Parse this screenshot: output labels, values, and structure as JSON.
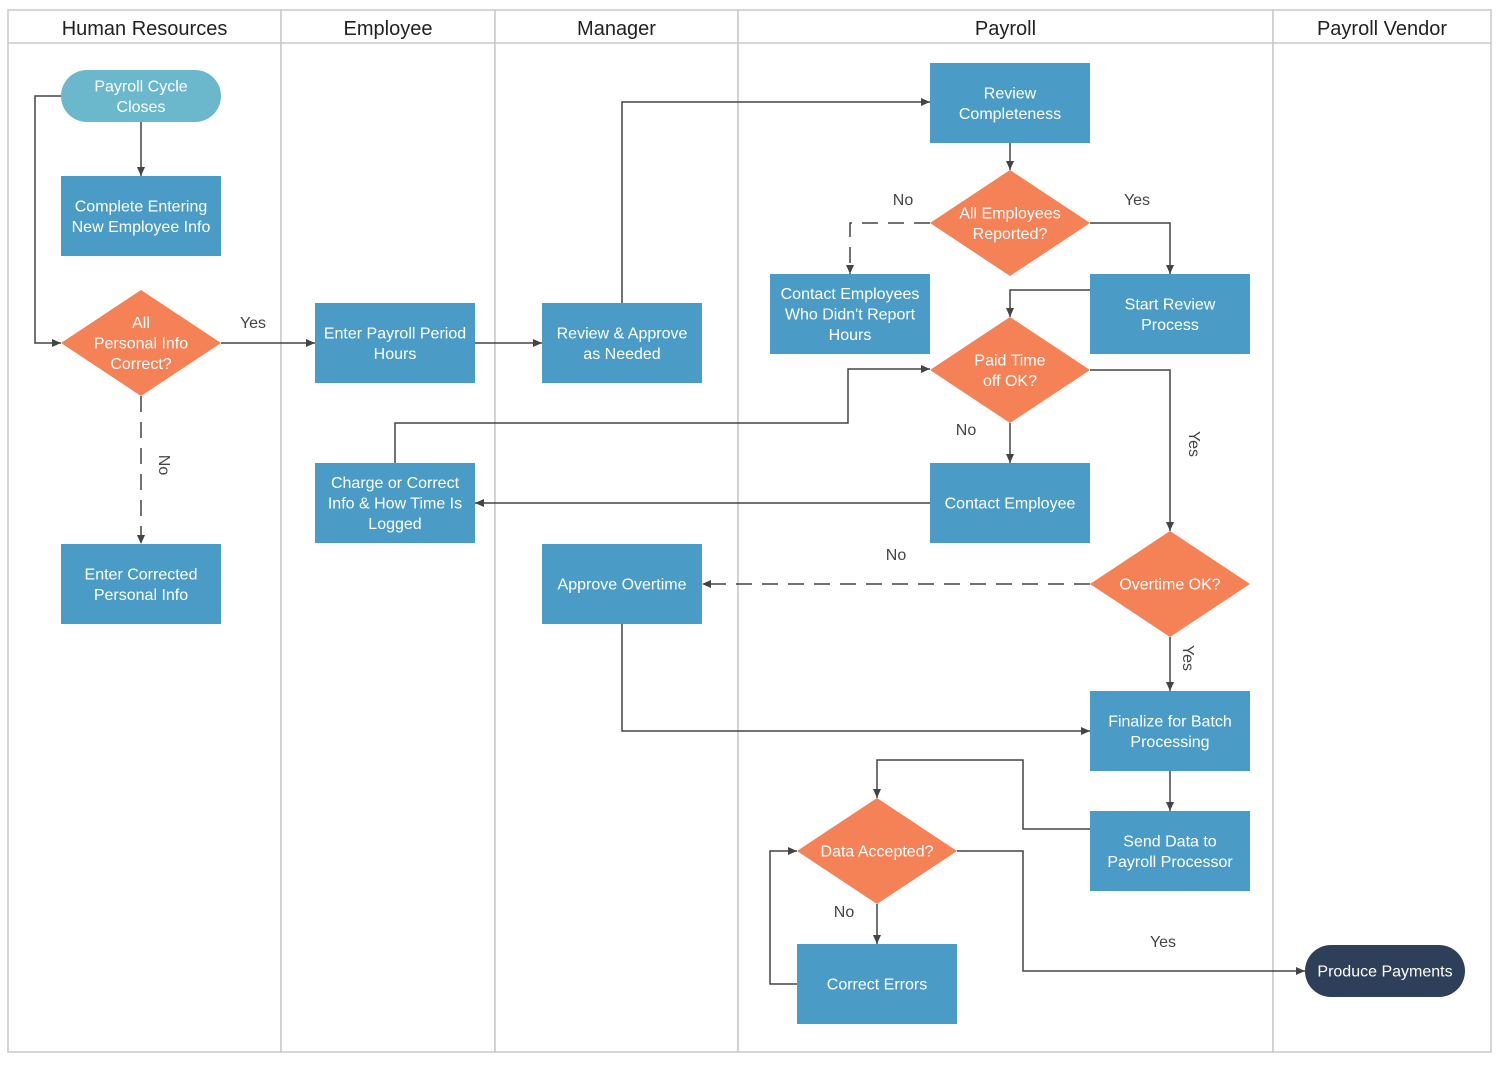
{
  "lanes": [
    {
      "id": "hr",
      "title": "Human Resources"
    },
    {
      "id": "employee",
      "title": "Employee"
    },
    {
      "id": "manager",
      "title": "Manager"
    },
    {
      "id": "payroll",
      "title": "Payroll"
    },
    {
      "id": "vendor",
      "title": "Payroll Vendor"
    }
  ],
  "colors": {
    "process": "#4a9cc6",
    "decision": "#f58156",
    "start": "#6bb8cc",
    "end": "#2e3f5a",
    "line": "#444444",
    "border": "#c8c8c8"
  },
  "nodes": {
    "payroll_cycle_closes": {
      "type": "start",
      "lane": "hr",
      "lines": [
        "Payroll Cycle",
        "Closes"
      ]
    },
    "complete_entering": {
      "type": "process",
      "lane": "hr",
      "lines": [
        "Complete Entering",
        "New Employee Info"
      ]
    },
    "personal_info_correct": {
      "type": "decision",
      "lane": "hr",
      "lines": [
        "All",
        "Personal Info",
        "Correct?"
      ]
    },
    "enter_corrected": {
      "type": "process",
      "lane": "hr",
      "lines": [
        "Enter Corrected",
        "Personal Info"
      ]
    },
    "enter_hours": {
      "type": "process",
      "lane": "employee",
      "lines": [
        "Enter Payroll Period",
        "Hours"
      ]
    },
    "charge_correct": {
      "type": "process",
      "lane": "employee",
      "lines": [
        "Charge or Correct",
        "Info & How Time Is",
        "Logged"
      ]
    },
    "review_approve": {
      "type": "process",
      "lane": "manager",
      "lines": [
        "Review & Approve",
        "as Needed"
      ]
    },
    "approve_overtime": {
      "type": "process",
      "lane": "manager",
      "lines": [
        "Approve Overtime"
      ]
    },
    "review_completeness": {
      "type": "process",
      "lane": "payroll",
      "lines": [
        "Review",
        "Completeness"
      ]
    },
    "all_reported": {
      "type": "decision",
      "lane": "payroll",
      "lines": [
        "All Employees",
        "Reported?"
      ]
    },
    "contact_employees": {
      "type": "process",
      "lane": "payroll",
      "lines": [
        "Contact Employees",
        "Who Didn't Report",
        "Hours"
      ]
    },
    "start_review": {
      "type": "process",
      "lane": "payroll",
      "lines": [
        "Start Review",
        "Process"
      ]
    },
    "pto_ok": {
      "type": "decision",
      "lane": "payroll",
      "lines": [
        "Paid Time",
        "off OK?"
      ]
    },
    "contact_employee": {
      "type": "process",
      "lane": "payroll",
      "lines": [
        "Contact Employee"
      ]
    },
    "overtime_ok": {
      "type": "decision",
      "lane": "payroll",
      "lines": [
        "Overtime OK?"
      ]
    },
    "finalize_batch": {
      "type": "process",
      "lane": "payroll",
      "lines": [
        "Finalize for Batch",
        "Processing"
      ]
    },
    "send_data": {
      "type": "process",
      "lane": "payroll",
      "lines": [
        "Send Data to",
        "Payroll Processor"
      ]
    },
    "data_accepted": {
      "type": "decision",
      "lane": "payroll",
      "lines": [
        "Data Accepted?"
      ]
    },
    "correct_errors": {
      "type": "process",
      "lane": "payroll",
      "lines": [
        "Correct Errors"
      ]
    },
    "produce_payments": {
      "type": "end",
      "lane": "vendor",
      "lines": [
        "Produce Payments"
      ]
    }
  },
  "edges": [
    {
      "id": "e1",
      "from": "payroll_cycle_closes",
      "to": "complete_entering",
      "label": "",
      "dashed": false
    },
    {
      "id": "e2",
      "from": "payroll_cycle_closes",
      "to": "personal_info_correct",
      "label": "",
      "dashed": false
    },
    {
      "id": "e3",
      "from": "personal_info_correct",
      "to": "enter_hours",
      "label": "Yes",
      "dashed": false
    },
    {
      "id": "e4",
      "from": "personal_info_correct",
      "to": "enter_corrected",
      "label": "No",
      "dashed": true
    },
    {
      "id": "e5",
      "from": "enter_hours",
      "to": "review_approve",
      "label": "",
      "dashed": false
    },
    {
      "id": "e6",
      "from": "review_approve",
      "to": "review_completeness",
      "label": "",
      "dashed": false
    },
    {
      "id": "e7",
      "from": "review_completeness",
      "to": "all_reported",
      "label": "",
      "dashed": false
    },
    {
      "id": "e8",
      "from": "all_reported",
      "to": "contact_employees",
      "label": "No",
      "dashed": true
    },
    {
      "id": "e9",
      "from": "all_reported",
      "to": "start_review",
      "label": "Yes",
      "dashed": false
    },
    {
      "id": "e10",
      "from": "start_review",
      "to": "pto_ok",
      "label": "",
      "dashed": false
    },
    {
      "id": "e11",
      "from": "pto_ok",
      "to": "contact_employee",
      "label": "No",
      "dashed": false
    },
    {
      "id": "e12",
      "from": "pto_ok",
      "to": "overtime_ok",
      "label": "Yes",
      "dashed": false
    },
    {
      "id": "e13",
      "from": "contact_employee",
      "to": "charge_correct",
      "label": "",
      "dashed": false
    },
    {
      "id": "e14",
      "from": "charge_correct",
      "to": "pto_ok",
      "label": "",
      "dashed": false
    },
    {
      "id": "e15",
      "from": "overtime_ok",
      "to": "approve_overtime",
      "label": "No",
      "dashed": true
    },
    {
      "id": "e16",
      "from": "overtime_ok",
      "to": "finalize_batch",
      "label": "Yes",
      "dashed": false
    },
    {
      "id": "e17",
      "from": "approve_overtime",
      "to": "finalize_batch",
      "label": "",
      "dashed": false
    },
    {
      "id": "e18",
      "from": "finalize_batch",
      "to": "send_data",
      "label": "",
      "dashed": false
    },
    {
      "id": "e19",
      "from": "send_data",
      "to": "data_accepted",
      "label": "",
      "dashed": false
    },
    {
      "id": "e20",
      "from": "data_accepted",
      "to": "correct_errors",
      "label": "No",
      "dashed": false
    },
    {
      "id": "e21",
      "from": "correct_errors",
      "to": "data_accepted",
      "label": "",
      "dashed": false
    },
    {
      "id": "e22",
      "from": "data_accepted",
      "to": "produce_payments",
      "label": "Yes",
      "dashed": false
    }
  ]
}
